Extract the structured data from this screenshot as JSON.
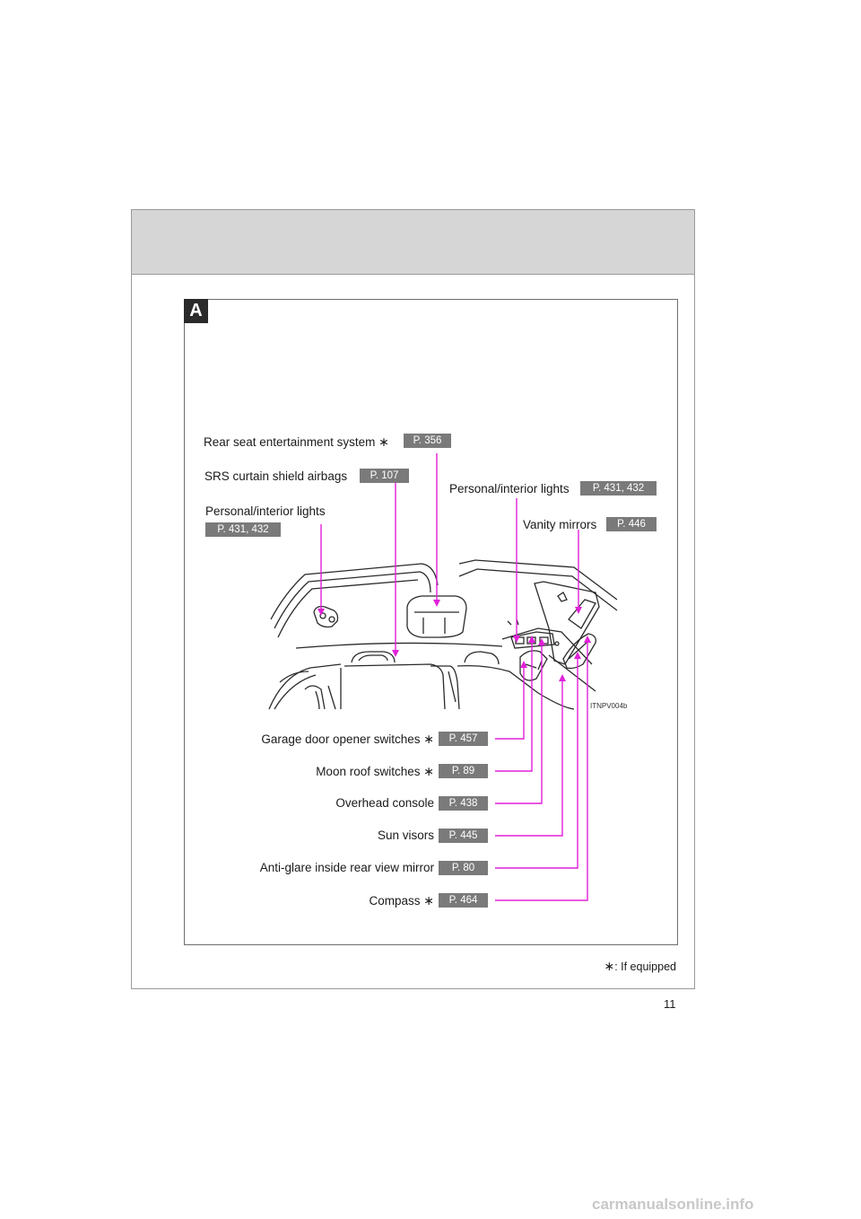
{
  "section_badge": "A",
  "labels": {
    "rear_seat_entertainment": {
      "text": "Rear seat entertainment system",
      "star": "∗",
      "ref": "P. 356"
    },
    "srs_curtain": {
      "text": "SRS curtain shield airbags",
      "ref": "P. 107"
    },
    "personal_lights_left": {
      "text": "Personal/interior lights",
      "ref": "P. 431, 432"
    },
    "personal_lights_right": {
      "text": "Personal/interior lights",
      "ref": "P. 431, 432"
    },
    "vanity_mirrors": {
      "text": "Vanity mirrors",
      "ref": "P. 446"
    },
    "garage_door": {
      "text": "Garage door opener switches",
      "star": "∗",
      "ref": "P. 457"
    },
    "moon_roof": {
      "text": "Moon roof switches",
      "star": "∗",
      "ref": "P. 89"
    },
    "overhead_console": {
      "text": "Overhead console",
      "ref": "P. 438"
    },
    "sun_visors": {
      "text": "Sun visors",
      "ref": "P. 445"
    },
    "anti_glare_mirror": {
      "text": "Anti-glare inside rear view mirror",
      "ref": "P. 80"
    },
    "compass": {
      "text": "Compass",
      "star": "∗",
      "ref": "P. 464"
    }
  },
  "figure_code": "ITNPV004b",
  "footnote": {
    "star": "∗",
    "text": ": If equipped"
  },
  "page_number": "11",
  "watermark": "carmanualsonline.info",
  "colors": {
    "leader_line": "#e020d8",
    "ref_badge": "#7a7a7a",
    "header_band": "#d6d6d6"
  }
}
